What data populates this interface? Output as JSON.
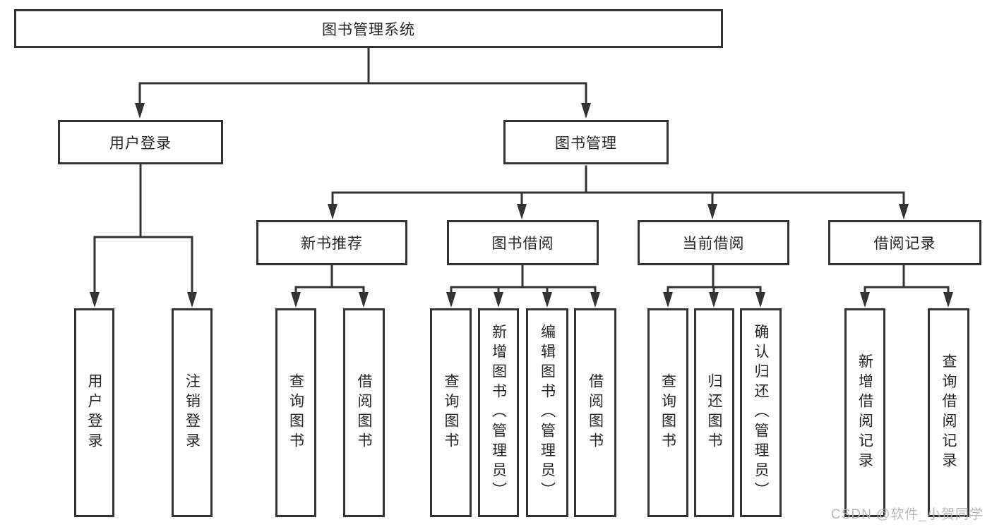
{
  "colors": {
    "background": "#ffffff",
    "line": "#333333",
    "box_border": "#333333",
    "text": "#262626",
    "watermark": "#b5b5b5"
  },
  "watermark": {
    "text": "CSDN @软件_小贺同学"
  },
  "diagram": {
    "type": "hierarchy-tree",
    "root": {
      "label": "图书管理系统",
      "children": [
        {
          "label": "用户登录",
          "children": [
            {
              "label": "用户登录"
            },
            {
              "label": "注销登录"
            }
          ]
        },
        {
          "label": "图书管理",
          "children": [
            {
              "label": "新书推荐",
              "children": [
                {
                  "label": "查询图书"
                },
                {
                  "label": "借阅图书"
                }
              ]
            },
            {
              "label": "图书借阅",
              "children": [
                {
                  "label": "查询图书"
                },
                {
                  "label": "新增图书（管理员）"
                },
                {
                  "label": "编辑图书（管理员）"
                },
                {
                  "label": "借阅图书"
                }
              ]
            },
            {
              "label": "当前借阅",
              "children": [
                {
                  "label": "查询图书"
                },
                {
                  "label": "归还图书"
                },
                {
                  "label": "确认归还（管理员）"
                }
              ]
            },
            {
              "label": "借阅记录",
              "children": [
                {
                  "label": "新增借阅记录"
                },
                {
                  "label": "查询借阅记录"
                }
              ]
            }
          ]
        }
      ]
    }
  }
}
